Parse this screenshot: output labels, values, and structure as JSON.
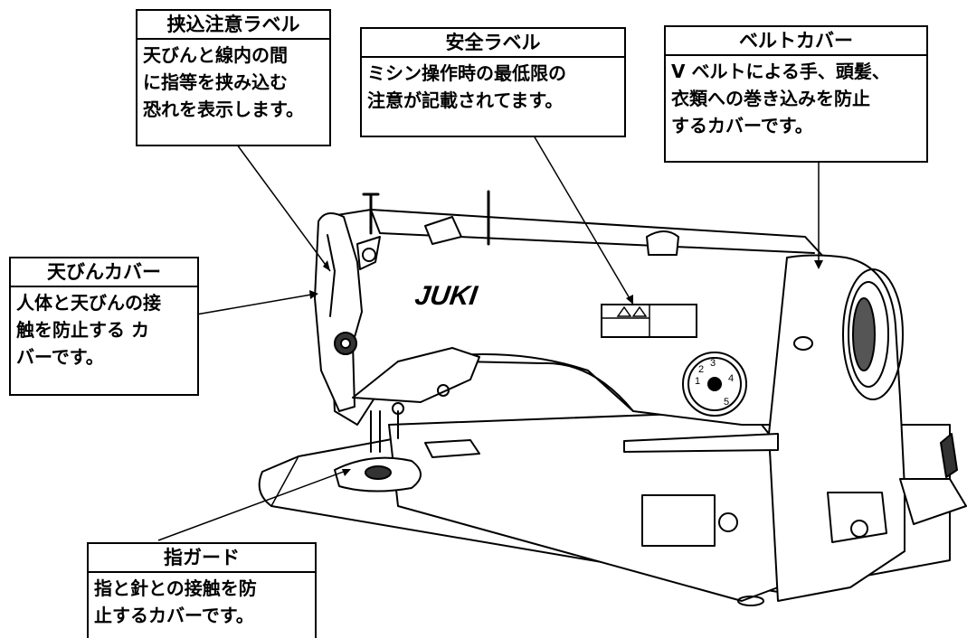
{
  "labels": {
    "pinch_label": {
      "title": "挟込注意ラベル",
      "lines": [
        "天びんと線内の間",
        "に指等を挟み込む",
        "恐れを表示します。"
      ]
    },
    "safety_label": {
      "title": "安全ラベル",
      "lines": [
        "ミシン操作時の最低限の",
        "注意が記載されてます。"
      ]
    },
    "belt_cover": {
      "title": "ベルトカバー",
      "lines": [
        "V ベルトによる手、頭髪、",
        "衣類への巻き込みを防止",
        "するカバーです。"
      ]
    },
    "take_up_cover": {
      "title": "天びんカバー",
      "lines": [
        "人体と天びんの接",
        "触を防止する カ",
        "バーです。"
      ]
    },
    "finger_guard": {
      "title": "指ガード",
      "lines": [
        "指と針との接触を防",
        "止するカバーです。"
      ]
    }
  },
  "machine": {
    "brand": "JUKI",
    "dial_numbers": [
      "1",
      "2",
      "3",
      "4",
      "5"
    ]
  }
}
